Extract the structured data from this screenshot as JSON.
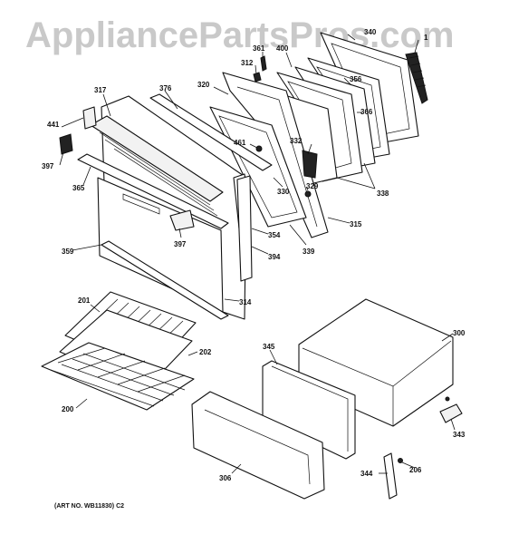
{
  "watermark": "AppliancePartsPros.com",
  "art_number": "(ART NO. WB11830) C2",
  "labels": {
    "l340": "340",
    "l1": "1",
    "l361": "361",
    "l400": "400",
    "l312": "312",
    "l356": "356",
    "l376": "376",
    "l320": "320",
    "l317": "317",
    "l366": "366",
    "l441": "441",
    "l461": "461",
    "l332": "332",
    "l397a": "397",
    "l330": "330",
    "l329": "329",
    "l338": "338",
    "l365": "365",
    "l315": "315",
    "l354": "354",
    "l339": "339",
    "l397b": "397",
    "l394": "394",
    "l359": "359",
    "l314": "314",
    "l201": "201",
    "l300": "300",
    "l345": "345",
    "l202": "202",
    "l200": "200",
    "l343": "343",
    "l306": "306",
    "l344": "344",
    "l206": "206"
  }
}
